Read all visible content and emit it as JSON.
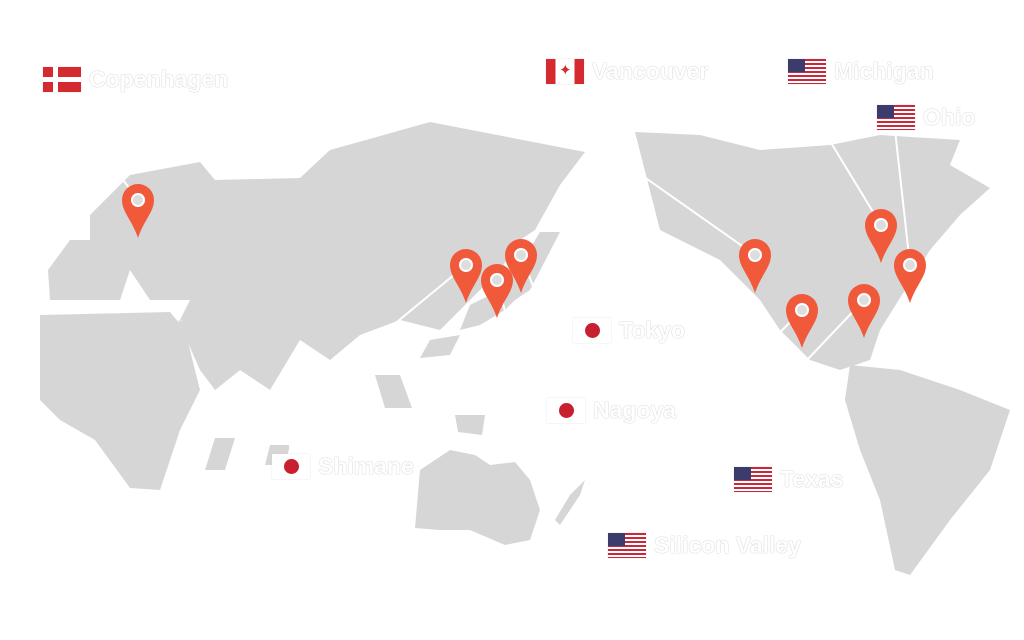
{
  "colors": {
    "land": "#d6d6d6",
    "pin": "#f05a3a",
    "line": "#ffffff"
  },
  "locations": [
    {
      "name": "Copenhagen",
      "flag": "denmark-flag"
    },
    {
      "name": "Vancouver",
      "flag": "canada-flag"
    },
    {
      "name": "Michigan",
      "flag": "usa-flag"
    },
    {
      "name": "Ohio",
      "flag": "usa-flag"
    },
    {
      "name": "Tokyo",
      "flag": "japan-flag"
    },
    {
      "name": "Nagoya",
      "flag": "japan-flag"
    },
    {
      "name": "Shimane",
      "flag": "japan-flag"
    },
    {
      "name": "Texas",
      "flag": "usa-flag"
    },
    {
      "name": "Silicon Valley",
      "flag": "usa-flag"
    }
  ]
}
